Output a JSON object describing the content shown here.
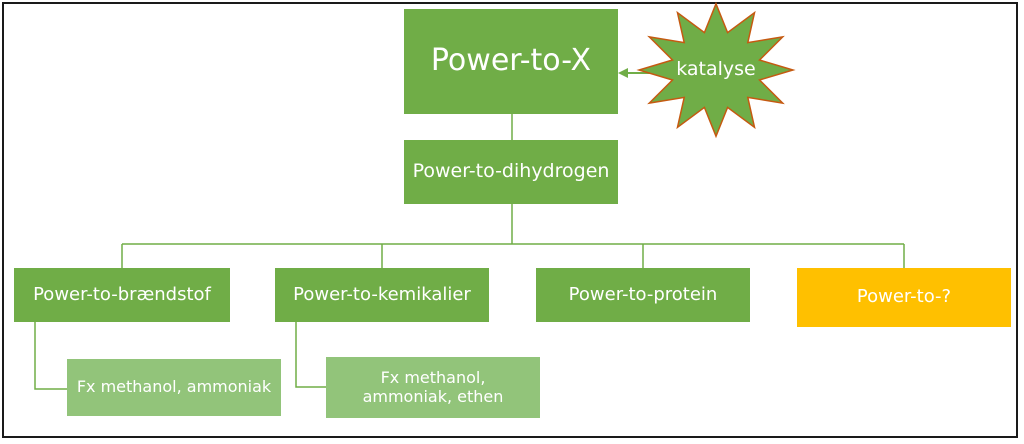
{
  "diagram": {
    "root": "Power-to-X",
    "catalyst": "katalyse",
    "hub": "Power-to-dihydrogen",
    "branches": [
      {
        "label": "Power-to-brændstof",
        "example": "Fx methanol, ammoniak"
      },
      {
        "label": "Power-to-kemikalier",
        "example": "Fx methanol, ammoniak, ethen"
      },
      {
        "label": "Power-to-protein"
      },
      {
        "label": "Power-to-?"
      }
    ]
  },
  "colors": {
    "primary_green": "#70ad47",
    "light_green": "#92c47a",
    "connector": "#70ad47",
    "highlight": "#ffc000",
    "burst_outline": "#c55a11"
  }
}
